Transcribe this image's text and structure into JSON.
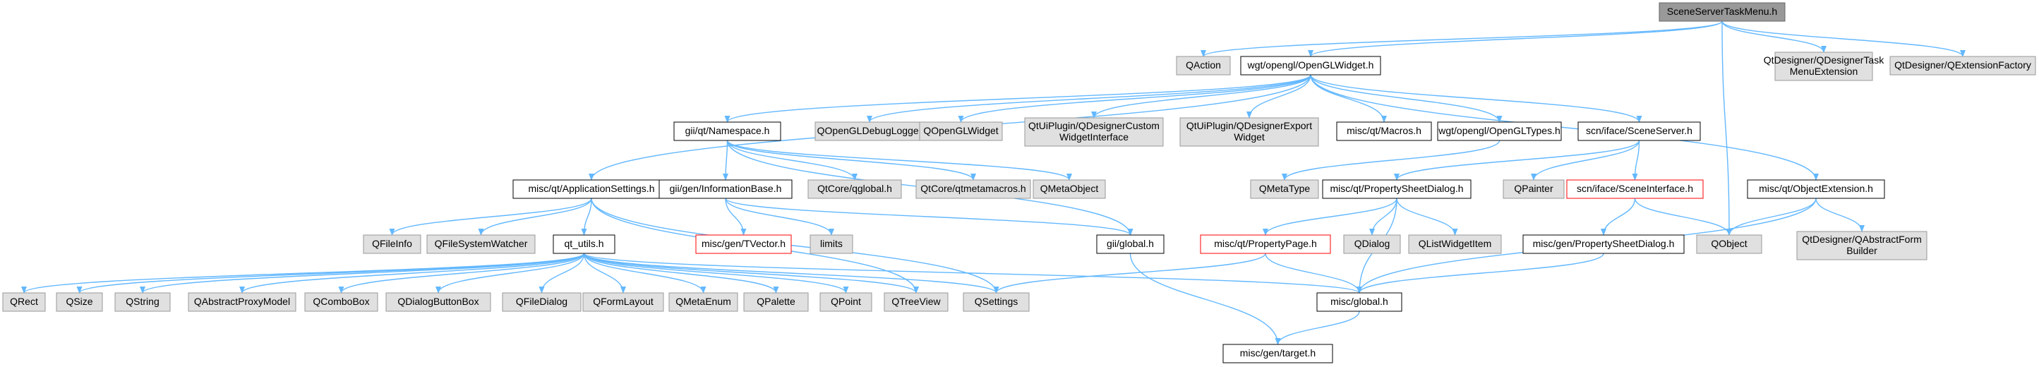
{
  "colors": {
    "edge": "#63b8ff",
    "root_fill": "#999999",
    "root_stroke": "#666666",
    "node_fill": "#ffffff",
    "node_stroke": "#000000",
    "external_fill": "#e0e0e0",
    "external_stroke": "#999999",
    "missing_stroke": "#ff0000"
  },
  "nodes": [
    {
      "id": "root",
      "kind": "root",
      "lines": [
        "SceneServerTaskMenu.h"
      ]
    },
    {
      "id": "qaction",
      "kind": "external",
      "lines": [
        "QAction"
      ]
    },
    {
      "id": "openglwidget_h",
      "kind": "normal",
      "lines": [
        "wgt/opengl/OpenGLWidget.h"
      ]
    },
    {
      "id": "qdesigner_task",
      "kind": "external",
      "lines": [
        "QtDesigner/QDesignerTask",
        "MenuExtension"
      ]
    },
    {
      "id": "qdesigner_factory",
      "kind": "external",
      "lines": [
        "QtDesigner/QExtensionFactory"
      ]
    },
    {
      "id": "appsettings",
      "kind": "normal",
      "lines": [
        "misc/qt/ApplicationSettings.h"
      ]
    },
    {
      "id": "namespace",
      "kind": "normal",
      "lines": [
        "gii/qt/Namespace.h"
      ]
    },
    {
      "id": "qopengldebuglogger",
      "kind": "external",
      "lines": [
        "QOpenGLDebugLogger"
      ]
    },
    {
      "id": "qopenglwidget",
      "kind": "external",
      "lines": [
        "QOpenGLWidget"
      ]
    },
    {
      "id": "qtuiplugin_custom",
      "kind": "external",
      "lines": [
        "QtUiPlugin/QDesignerCustom",
        "WidgetInterface"
      ]
    },
    {
      "id": "qtuiplugin_export",
      "kind": "external",
      "lines": [
        "QtUiPlugin/QDesignerExport",
        "Widget"
      ]
    },
    {
      "id": "macros",
      "kind": "normal",
      "lines": [
        "misc/qt/Macros.h"
      ]
    },
    {
      "id": "opengltypes",
      "kind": "normal",
      "lines": [
        "wgt/opengl/OpenGLTypes.h"
      ]
    },
    {
      "id": "sceneserver",
      "kind": "normal",
      "lines": [
        "scn/iface/SceneServer.h"
      ]
    },
    {
      "id": "objectextension",
      "kind": "normal",
      "lines": [
        "misc/qt/ObjectExtension.h"
      ]
    },
    {
      "id": "informationbase",
      "kind": "normal",
      "lines": [
        "gii/gen/InformationBase.h"
      ]
    },
    {
      "id": "qcore_global",
      "kind": "external",
      "lines": [
        "QtCore/qglobal.h"
      ]
    },
    {
      "id": "qcore_macros",
      "kind": "external",
      "lines": [
        "QtCore/qtmetamacros.h"
      ]
    },
    {
      "id": "qmetaobject",
      "kind": "external",
      "lines": [
        "QMetaObject"
      ]
    },
    {
      "id": "qmetatype",
      "kind": "external",
      "lines": [
        "QMetaType"
      ]
    },
    {
      "id": "propertysheetdialog",
      "kind": "normal",
      "lines": [
        "misc/qt/PropertySheetDialog.h"
      ]
    },
    {
      "id": "qpainter",
      "kind": "external",
      "lines": [
        "QPainter"
      ]
    },
    {
      "id": "sceneinterface",
      "kind": "missing",
      "lines": [
        "scn/iface/SceneInterface.h"
      ]
    },
    {
      "id": "qobject",
      "kind": "external",
      "lines": [
        "QObject"
      ]
    },
    {
      "id": "qabstractformbuilder",
      "kind": "external",
      "lines": [
        "QtDesigner/QAbstractForm",
        "Builder"
      ]
    },
    {
      "id": "tvector",
      "kind": "missing",
      "lines": [
        "misc/gen/TVector.h"
      ]
    },
    {
      "id": "limits",
      "kind": "external",
      "lines": [
        "limits"
      ]
    },
    {
      "id": "gii_global",
      "kind": "normal",
      "lines": [
        "gii/global.h"
      ]
    },
    {
      "id": "propertypage",
      "kind": "missing",
      "lines": [
        "misc/qt/PropertyPage.h"
      ]
    },
    {
      "id": "qdialog",
      "kind": "external",
      "lines": [
        "QDialog"
      ]
    },
    {
      "id": "qlistwidgetitem",
      "kind": "external",
      "lines": [
        "QListWidgetItem"
      ]
    },
    {
      "id": "gen_propertysheetdialog",
      "kind": "normal",
      "lines": [
        "misc/gen/PropertySheetDialog.h"
      ]
    },
    {
      "id": "qfileinfo",
      "kind": "external",
      "lines": [
        "QFileInfo"
      ]
    },
    {
      "id": "qfilesystemwatcher",
      "kind": "external",
      "lines": [
        "QFileSystemWatcher"
      ]
    },
    {
      "id": "qt_utils",
      "kind": "normal",
      "lines": [
        "qt_utils.h"
      ]
    },
    {
      "id": "qrect",
      "kind": "external",
      "lines": [
        "QRect"
      ]
    },
    {
      "id": "qsize",
      "kind": "external",
      "lines": [
        "QSize"
      ]
    },
    {
      "id": "qstring",
      "kind": "external",
      "lines": [
        "QString"
      ]
    },
    {
      "id": "qabstractproxymodel",
      "kind": "external",
      "lines": [
        "QAbstractProxyModel"
      ]
    },
    {
      "id": "qcombobox",
      "kind": "external",
      "lines": [
        "QComboBox"
      ]
    },
    {
      "id": "qdialogbuttonbox",
      "kind": "external",
      "lines": [
        "QDialogButtonBox"
      ]
    },
    {
      "id": "qfiledialog",
      "kind": "external",
      "lines": [
        "QFileDialog"
      ]
    },
    {
      "id": "qformlayout",
      "kind": "external",
      "lines": [
        "QFormLayout"
      ]
    },
    {
      "id": "qmetaenum",
      "kind": "external",
      "lines": [
        "QMetaEnum"
      ]
    },
    {
      "id": "qpalette",
      "kind": "external",
      "lines": [
        "QPalette"
      ]
    },
    {
      "id": "qpoint",
      "kind": "external",
      "lines": [
        "QPoint"
      ]
    },
    {
      "id": "qtreeview",
      "kind": "external",
      "lines": [
        "QTreeView"
      ]
    },
    {
      "id": "qsettings",
      "kind": "external",
      "lines": [
        "QSettings"
      ]
    },
    {
      "id": "misc_global",
      "kind": "normal",
      "lines": [
        "misc/global.h"
      ]
    },
    {
      "id": "target",
      "kind": "normal",
      "lines": [
        "misc/gen/target.h"
      ]
    }
  ],
  "edges": [
    [
      "root",
      "qaction"
    ],
    [
      "root",
      "openglwidget_h"
    ],
    [
      "root",
      "qobject"
    ],
    [
      "root",
      "qdesigner_task"
    ],
    [
      "root",
      "qdesigner_factory"
    ],
    [
      "openglwidget_h",
      "appsettings"
    ],
    [
      "openglwidget_h",
      "namespace"
    ],
    [
      "openglwidget_h",
      "qopengldebuglogger"
    ],
    [
      "openglwidget_h",
      "qopenglwidget"
    ],
    [
      "openglwidget_h",
      "qtuiplugin_custom"
    ],
    [
      "openglwidget_h",
      "qtuiplugin_export"
    ],
    [
      "openglwidget_h",
      "macros"
    ],
    [
      "openglwidget_h",
      "opengltypes"
    ],
    [
      "openglwidget_h",
      "sceneserver"
    ],
    [
      "openglwidget_h",
      "objectextension"
    ],
    [
      "namespace",
      "informationbase"
    ],
    [
      "namespace",
      "qcore_global"
    ],
    [
      "namespace",
      "qcore_macros"
    ],
    [
      "namespace",
      "qmetaobject"
    ],
    [
      "namespace",
      "gii_global"
    ],
    [
      "opengltypes",
      "qmetatype"
    ],
    [
      "sceneserver",
      "propertysheetdialog"
    ],
    [
      "sceneserver",
      "qpainter"
    ],
    [
      "sceneserver",
      "sceneinterface"
    ],
    [
      "objectextension",
      "qobject"
    ],
    [
      "objectextension",
      "qabstractformbuilder"
    ],
    [
      "objectextension",
      "misc_global"
    ],
    [
      "informationbase",
      "tvector"
    ],
    [
      "informationbase",
      "limits"
    ],
    [
      "informationbase",
      "gii_global"
    ],
    [
      "propertysheetdialog",
      "propertypage"
    ],
    [
      "propertysheetdialog",
      "qdialog"
    ],
    [
      "propertysheetdialog",
      "qlistwidgetitem"
    ],
    [
      "propertysheetdialog",
      "misc_global"
    ],
    [
      "sceneinterface",
      "gen_propertysheetdialog"
    ],
    [
      "sceneinterface",
      "qobject"
    ],
    [
      "appsettings",
      "qfileinfo"
    ],
    [
      "appsettings",
      "qfilesystemwatcher"
    ],
    [
      "appsettings",
      "qt_utils"
    ],
    [
      "appsettings",
      "qsettings"
    ],
    [
      "appsettings",
      "qtreeview"
    ],
    [
      "qt_utils",
      "qrect"
    ],
    [
      "qt_utils",
      "qsize"
    ],
    [
      "qt_utils",
      "qstring"
    ],
    [
      "qt_utils",
      "qabstractproxymodel"
    ],
    [
      "qt_utils",
      "qcombobox"
    ],
    [
      "qt_utils",
      "qdialogbuttonbox"
    ],
    [
      "qt_utils",
      "qfiledialog"
    ],
    [
      "qt_utils",
      "qformlayout"
    ],
    [
      "qt_utils",
      "qmetaenum"
    ],
    [
      "qt_utils",
      "qpalette"
    ],
    [
      "qt_utils",
      "qpoint"
    ],
    [
      "qt_utils",
      "qtreeview"
    ],
    [
      "qt_utils",
      "qsettings"
    ],
    [
      "qt_utils",
      "misc_global"
    ],
    [
      "gii_global",
      "target"
    ],
    [
      "propertypage",
      "misc_global"
    ],
    [
      "propertypage",
      "qsettings"
    ],
    [
      "gen_propertysheetdialog",
      "misc_global"
    ],
    [
      "misc_global",
      "target"
    ]
  ]
}
